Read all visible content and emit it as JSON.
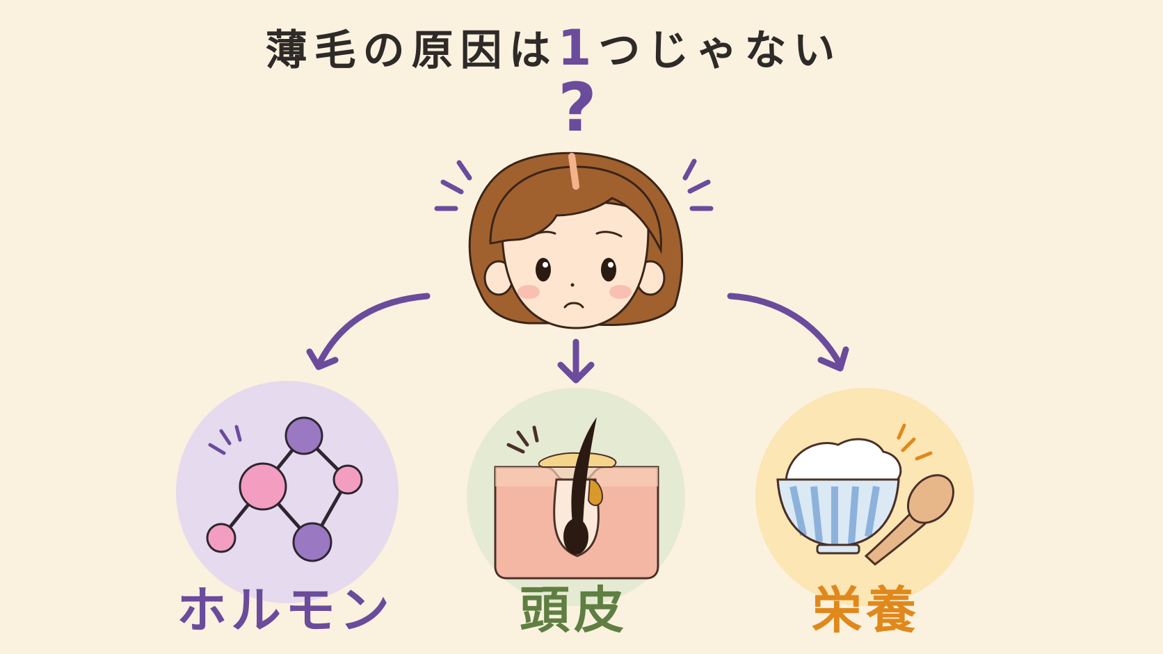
{
  "title": {
    "before": "薄毛の原因は",
    "number": "1",
    "after": "つじゃない"
  },
  "question_mark": "?",
  "categories": [
    {
      "label": "ホルモン",
      "icon": "molecule-icon",
      "color": "#6a4b9c",
      "bg": "#e6daee"
    },
    {
      "label": "頭皮",
      "icon": "hair-follicle-skin-icon",
      "color": "#5f7f42",
      "bg": "#e5ead3"
    },
    {
      "label": "栄養",
      "icon": "rice-bowl-spoon-icon",
      "color": "#e0881c",
      "bg": "#fbe6b4"
    }
  ],
  "colors": {
    "background": "#fbf1df",
    "accent_purple": "#6a4b9c",
    "hair_brown": "#9b5a2e"
  }
}
